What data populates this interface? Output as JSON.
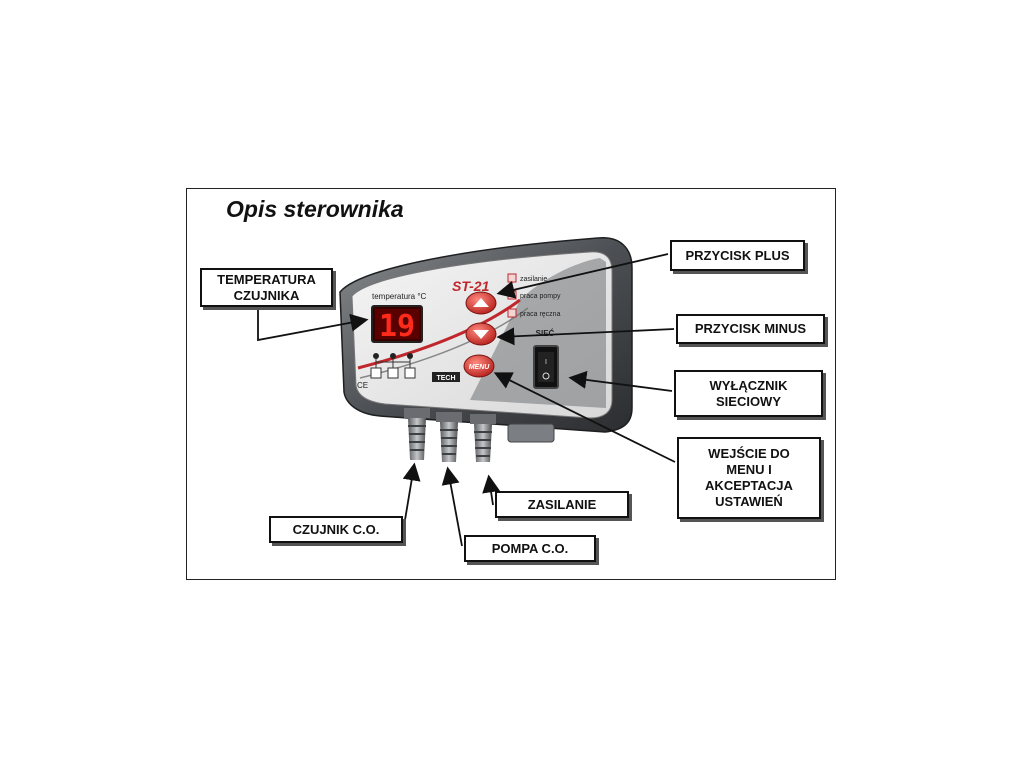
{
  "title": "Opis sterownika",
  "labels": {
    "temperatura": "TEMPERATURA\nCZUJNIKA",
    "plus": "PRZYCISK PLUS",
    "minus": "PRZYCISK MINUS",
    "wylacznik": "WYŁĄCZNIK\nSIECIOWY",
    "menu": "WEJŚCIE DO\nMENU I\nAKCEPTACJA\nUSTAWIEŃ",
    "zasilanie": "ZASILANIE",
    "czujnik": "CZUJNIK C.O.",
    "pompa": "POMPA C.O."
  },
  "device": {
    "model": "ST-21",
    "display_caption": "temperatura °C",
    "display_value": "19",
    "status_zasilanie": "zasilanie",
    "status_praca_pompy": "praca pompy",
    "status_praca_reczna": "praca ręczna",
    "menu_button": "MENU",
    "switch_label": "SIEĆ",
    "brand": "TECH",
    "ce_mark": "CE"
  },
  "colors": {
    "display_digits": "#ff2a1a",
    "display_bg": "#5a0000",
    "button_red": "#d9302a",
    "accent_stripe": "#c0272d"
  }
}
